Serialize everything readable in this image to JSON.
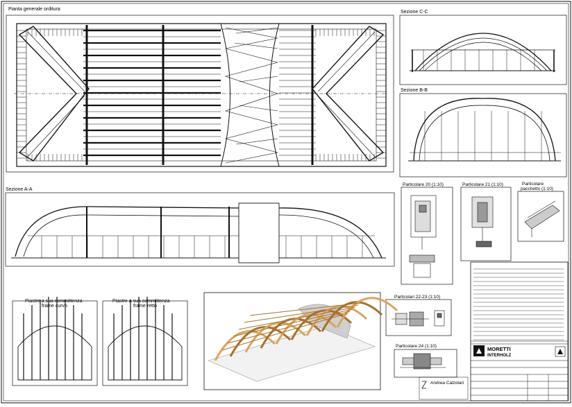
{
  "views": {
    "plan_title": "Pianta generale orditura",
    "section_cc": "Sezione C-C",
    "section_bb": "Sezione B-B",
    "section_aa": "Sezione A-A"
  },
  "details": {
    "d20": "Particolare 20 (1:10)",
    "d21": "Particolare 21 (1:10)",
    "d_ridge": "Particolare",
    "d_ridge2": "pacchetto (1:10)",
    "d2223": "Particolari 22-23 (1:10)",
    "d24": "Particolare 24 (1:10)"
  },
  "diagrams": {
    "curved_title_1": "Piastre a sua committenza",
    "curved_title_2": "frame curvo",
    "straight_title_1": "Piastre a sua committenza",
    "straight_title_2": "frame retto"
  },
  "title_block": {
    "company_1": "MORETTI",
    "company_2": "INTERHOLZ",
    "architect": "Andrea Calzolari"
  },
  "colors": {
    "line": "#111111",
    "wood": "#d9a55a",
    "wood_dark": "#a8702c",
    "membrane": "#c8c8c8"
  }
}
